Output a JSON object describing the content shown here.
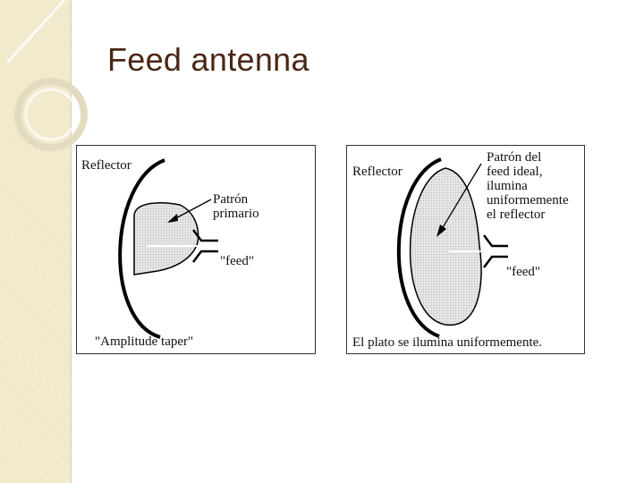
{
  "slide": {
    "title": "Feed antenna"
  },
  "left_diagram": {
    "reflector_label": "Reflector",
    "pattern_label": "Patrón\nprimario",
    "feed_label": "\"feed\"",
    "caption": "\"Amplitude taper\""
  },
  "right_diagram": {
    "reflector_label": "Reflector",
    "pattern_label": "Patrón del\nfeed ideal,\nilumina\nuniformemente\nel reflector",
    "feed_label": "\"feed\"",
    "caption": "El plato se ilumina uniformemente."
  },
  "colors": {
    "title": "#4a2616",
    "side_strip": "#f3eccf",
    "pattern_fill": "#d9d9d9"
  }
}
